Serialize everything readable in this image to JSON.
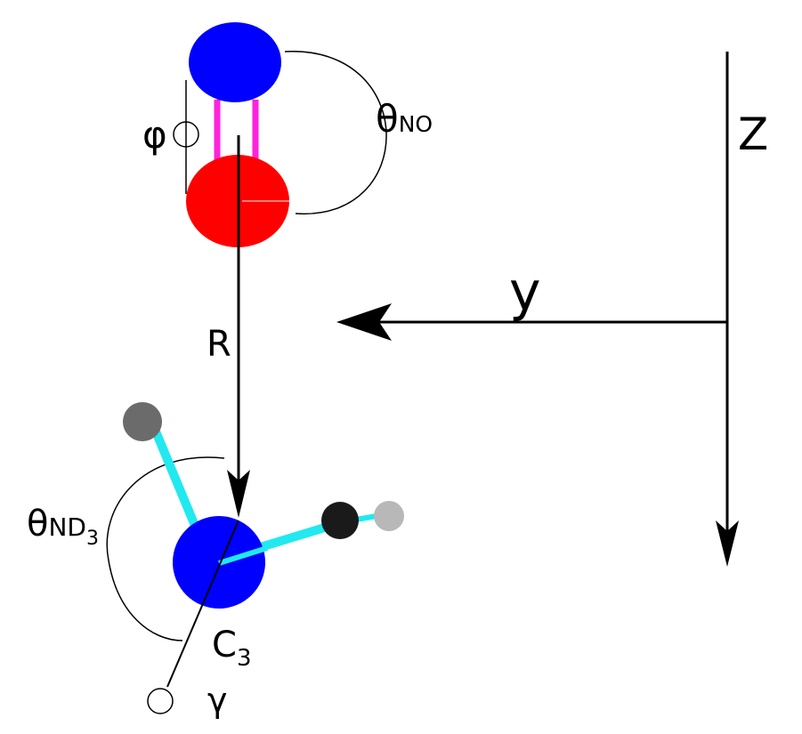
{
  "labels": {
    "z_axis": "Z",
    "y_axis": "y",
    "theta_no_main": "θ",
    "theta_no_sub": "NO",
    "phi": "φ",
    "r_distance": "R",
    "theta_nd3_main": "θ",
    "theta_nd3_sub": "ND",
    "theta_nd3_subsub": "3",
    "c3_main": "C",
    "c3_sub": "3",
    "gamma": "γ"
  },
  "colors": {
    "nitrogen": "#0000ff",
    "oxygen": "#ff0000",
    "no_bond": "#ff22dd",
    "nd_bond": "#22e8f0",
    "deuterium_back": "#6b6b6b",
    "deuterium_front": "#1a1a1a",
    "deuterium_far": "#b8b8b8",
    "line": "#000000"
  }
}
